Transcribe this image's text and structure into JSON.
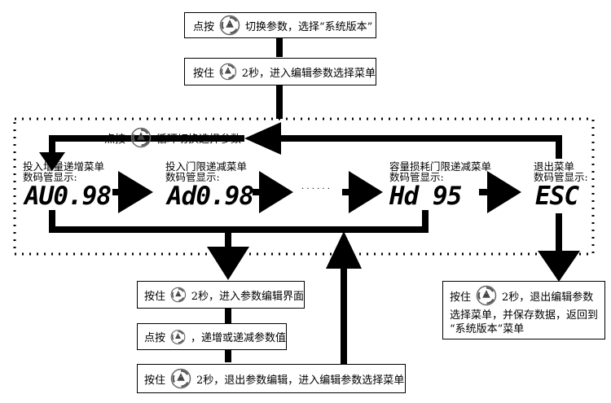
{
  "top_box_1": {
    "before": "点按",
    "after": "切换参数，选择“系统版本”"
  },
  "top_box_2": {
    "before": "按住",
    "after": "2秒，进入编辑参数选择菜单"
  },
  "loop_note": {
    "before": "点按",
    "after": "循环切换选择参数"
  },
  "menus": [
    {
      "title": "投入增量递增菜单",
      "caption": "数码管显示:",
      "display": "AU0.98"
    },
    {
      "title": "投入门限递减菜单",
      "caption": "数码管显示:",
      "display": "Ad0.98"
    },
    {
      "title": "容量损耗门限递减菜单",
      "caption": "数码管显示:",
      "display": "Hd 95"
    },
    {
      "title": "退出菜单",
      "caption": "数码管显示:",
      "display": "ESC"
    }
  ],
  "ellipsis": "· · · · · ·",
  "bottom_box_1": {
    "before": "按住",
    "after": "2秒，进入参数编辑界面"
  },
  "bottom_box_2": {
    "before": "点按",
    "after": "，递增或递减参数值"
  },
  "bottom_box_3": {
    "before": "按住",
    "after": "2秒，退出参数编辑，进入编辑参数选择菜单"
  },
  "right_box": {
    "line1_before": "按住",
    "line1_after": "2秒，退出编辑参数",
    "line2": "选择菜单，并保存数据，返回到",
    "line3": "“系统版本”菜单"
  },
  "icons": [
    "rotary-knob-icon"
  ]
}
